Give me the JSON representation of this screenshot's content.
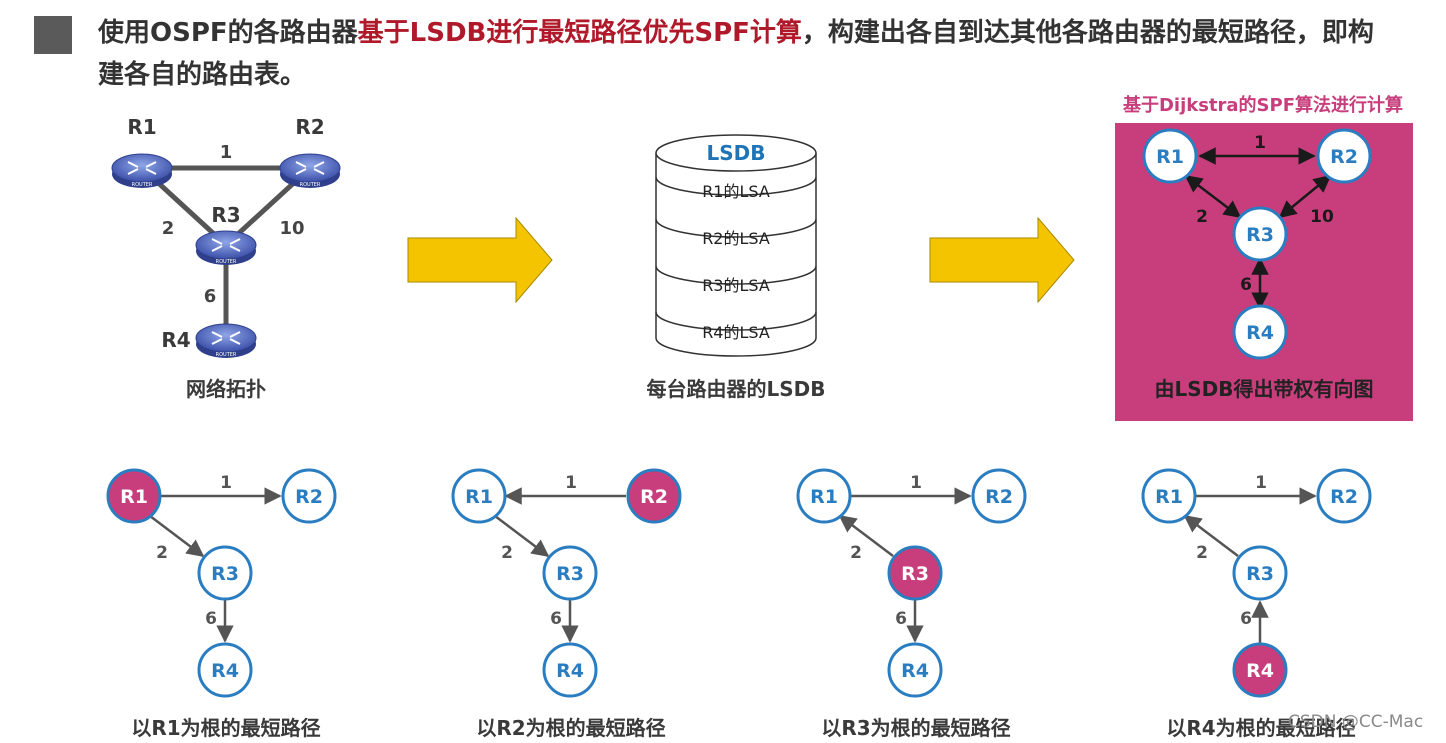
{
  "title": {
    "part1": "使用OSPF的各路由器",
    "highlight": "基于LSDB进行最短路径优先SPF计算",
    "part2": "，构建出各自到达其他各路由器的最短路径，即构建各自的路由表。"
  },
  "topology": {
    "caption": "网络拓扑",
    "router_badge": "ROUTER",
    "routers": [
      "R1",
      "R2",
      "R3",
      "R4"
    ],
    "link_costs": {
      "r1_r2": "1",
      "r1_r3": "2",
      "r2_r3": "10",
      "r3_r4": "6"
    }
  },
  "lsdb": {
    "title": "LSDB",
    "rows": [
      "R1的LSA",
      "R2的LSA",
      "R3的LSA",
      "R4的LSA"
    ],
    "caption": "每台路由器的LSDB"
  },
  "graph": {
    "title": "基于Dijkstra的SPF算法进行计算",
    "caption": "由LSDB得出带权有向图",
    "nodes": [
      "R1",
      "R2",
      "R3",
      "R4"
    ],
    "costs": {
      "r1_r2": "1",
      "r1_r3": "2",
      "r2_r3": "10",
      "r3_r4": "6"
    }
  },
  "trees": [
    {
      "caption": "以R1为根的最短路径",
      "root": "R1",
      "nodes": [
        "R1",
        "R2",
        "R3",
        "R4"
      ],
      "costs": {
        "r1_r2": "1",
        "r1_r3": "2",
        "r3_r4": "6"
      }
    },
    {
      "caption": "以R2为根的最短路径",
      "root": "R2",
      "nodes": [
        "R1",
        "R2",
        "R3",
        "R4"
      ],
      "costs": {
        "r1_r2": "1",
        "r1_r3": "2",
        "r3_r4": "6"
      }
    },
    {
      "caption": "以R3为根的最短路径",
      "root": "R3",
      "nodes": [
        "R1",
        "R2",
        "R3",
        "R4"
      ],
      "costs": {
        "r1_r2": "1",
        "r1_r3": "2",
        "r3_r4": "6"
      }
    },
    {
      "caption": "以R4为根的最短路径",
      "root": "R4",
      "nodes": [
        "R1",
        "R2",
        "R3",
        "R4"
      ],
      "costs": {
        "r1_r2": "1",
        "r1_r3": "2",
        "r3_r4": "6"
      }
    }
  ],
  "watermark": "CSDN @CC-Mac",
  "colors": {
    "title_highlight": "#b0192a",
    "node_stroke": "#2a7dc0",
    "root_fill": "#c83e7c",
    "panel_bg": "#c83e7c",
    "arrow_fill": "#f5c400",
    "lsdb_title": "#1f73b7"
  }
}
